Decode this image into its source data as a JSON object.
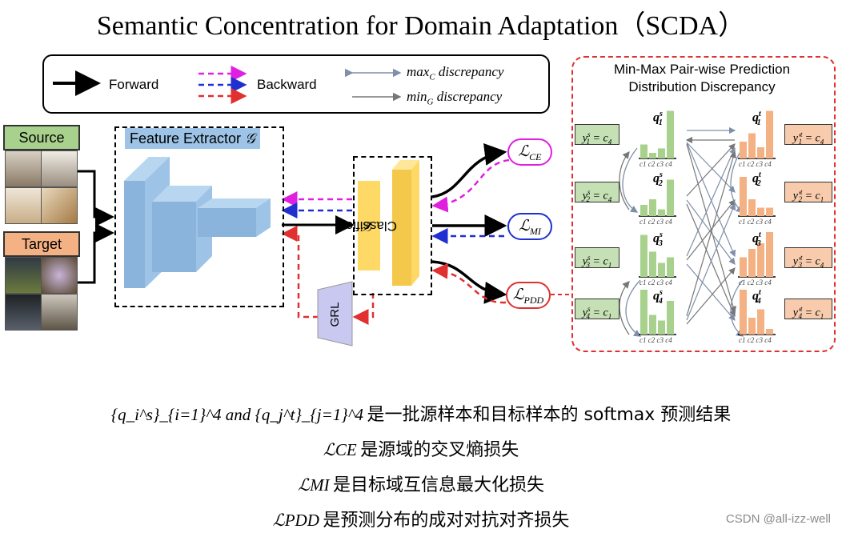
{
  "title": "Semantic Concentration for Domain Adaptation（SCDA）",
  "legend": {
    "forward": "Forward",
    "backward": "Backward",
    "max_disc": "max",
    "max_sub": "C",
    "max_suffix": " discrepancy",
    "min_disc": "min",
    "min_sub": "G",
    "min_suffix": " discrepancy"
  },
  "domains": {
    "source": "Source",
    "target": "Target"
  },
  "feature_extractor": {
    "label": "Feature Extractor ",
    "symbol": "𝒢"
  },
  "classifier": {
    "label": "Classifier ",
    "symbol": "𝒞"
  },
  "grl": "GRL",
  "losses": {
    "ce": {
      "main": "ℒ",
      "sub": "CE"
    },
    "mi": {
      "main": "ℒ",
      "sub": "MI"
    },
    "pdd": {
      "main": "ℒ",
      "sub": "PDD"
    }
  },
  "pdd_panel": {
    "title_line1": "Min-Max Pair-wise Prediction",
    "title_line2": "Distribution Discrepancy",
    "tick_labels": [
      "c1 c2 c3 c4"
    ],
    "source_rows": [
      {
        "q": "q",
        "sup": "s",
        "sub": "1",
        "y": "y",
        "ysup": "s",
        "ysub": "1",
        "rhs": " = c",
        "rhs_sub": "4"
      },
      {
        "q": "q",
        "sup": "s",
        "sub": "2",
        "y": "y",
        "ysup": "s",
        "ysub": "2",
        "rhs": " = c",
        "rhs_sub": "4"
      },
      {
        "q": "q",
        "sup": "s",
        "sub": "3",
        "y": "y",
        "ysup": "s",
        "ysub": "3",
        "rhs": " = c",
        "rhs_sub": "1"
      },
      {
        "q": "q",
        "sup": "s",
        "sub": "4",
        "y": "y",
        "ysup": "s",
        "ysub": "4",
        "rhs": " = c",
        "rhs_sub": "1"
      }
    ],
    "target_rows": [
      {
        "q": "q",
        "sup": "t",
        "sub": "1",
        "y": "y′",
        "ysup": "t",
        "ysub": "1",
        "rhs": " = c",
        "rhs_sub": "4"
      },
      {
        "q": "q",
        "sup": "t",
        "sub": "2",
        "y": "y′",
        "ysup": "t",
        "ysub": "2",
        "rhs": " = c",
        "rhs_sub": "1"
      },
      {
        "q": "q",
        "sup": "t",
        "sub": "3",
        "y": "y′",
        "ysup": "t",
        "ysub": "3",
        "rhs": " = c",
        "rhs_sub": "4"
      },
      {
        "q": "q",
        "sup": "t",
        "sub": "4",
        "y": "y′",
        "ysup": "t",
        "ysub": "4",
        "rhs": " = c",
        "rhs_sub": "1"
      }
    ],
    "source_bars": [
      [
        0.25,
        0.1,
        0.18,
        0.85
      ],
      [
        0.2,
        0.3,
        0.12,
        0.65
      ],
      [
        0.75,
        0.45,
        0.25,
        0.35
      ],
      [
        0.8,
        0.35,
        0.25,
        0.6
      ]
    ],
    "target_bars": [
      [
        0.3,
        0.45,
        0.2,
        0.85
      ],
      [
        0.7,
        0.3,
        0.15,
        0.15
      ],
      [
        0.35,
        0.5,
        0.6,
        0.8
      ],
      [
        0.8,
        0.3,
        0.45,
        0.1
      ]
    ]
  },
  "captions": [
    {
      "math": "{q_i^s}_{i=1}^4 and {q_j^t}_{j=1}^4",
      "text": "是一批源样本和目标样本的 softmax 预测结果"
    },
    {
      "math": "ℒCE",
      "text": "是源域的交叉熵损失"
    },
    {
      "math": "ℒMI",
      "text": "是目标域互信息最大化损失"
    },
    {
      "math": "ℒPDD",
      "text": "是预测分布的成对对抗对齐损失"
    }
  ],
  "watermark": "CSDN @all-izz-well",
  "colors": {
    "source_green": "#a9d18e",
    "target_orange": "#f4b183",
    "feature_blue": "#9dc3e6",
    "classifier_yellow": "#ffd966",
    "grl_purple": "#c8c8f0",
    "loss_ce_magenta": "#e020e0",
    "loss_mi_blue": "#2030d0",
    "loss_pdd_red": "#e03030"
  }
}
